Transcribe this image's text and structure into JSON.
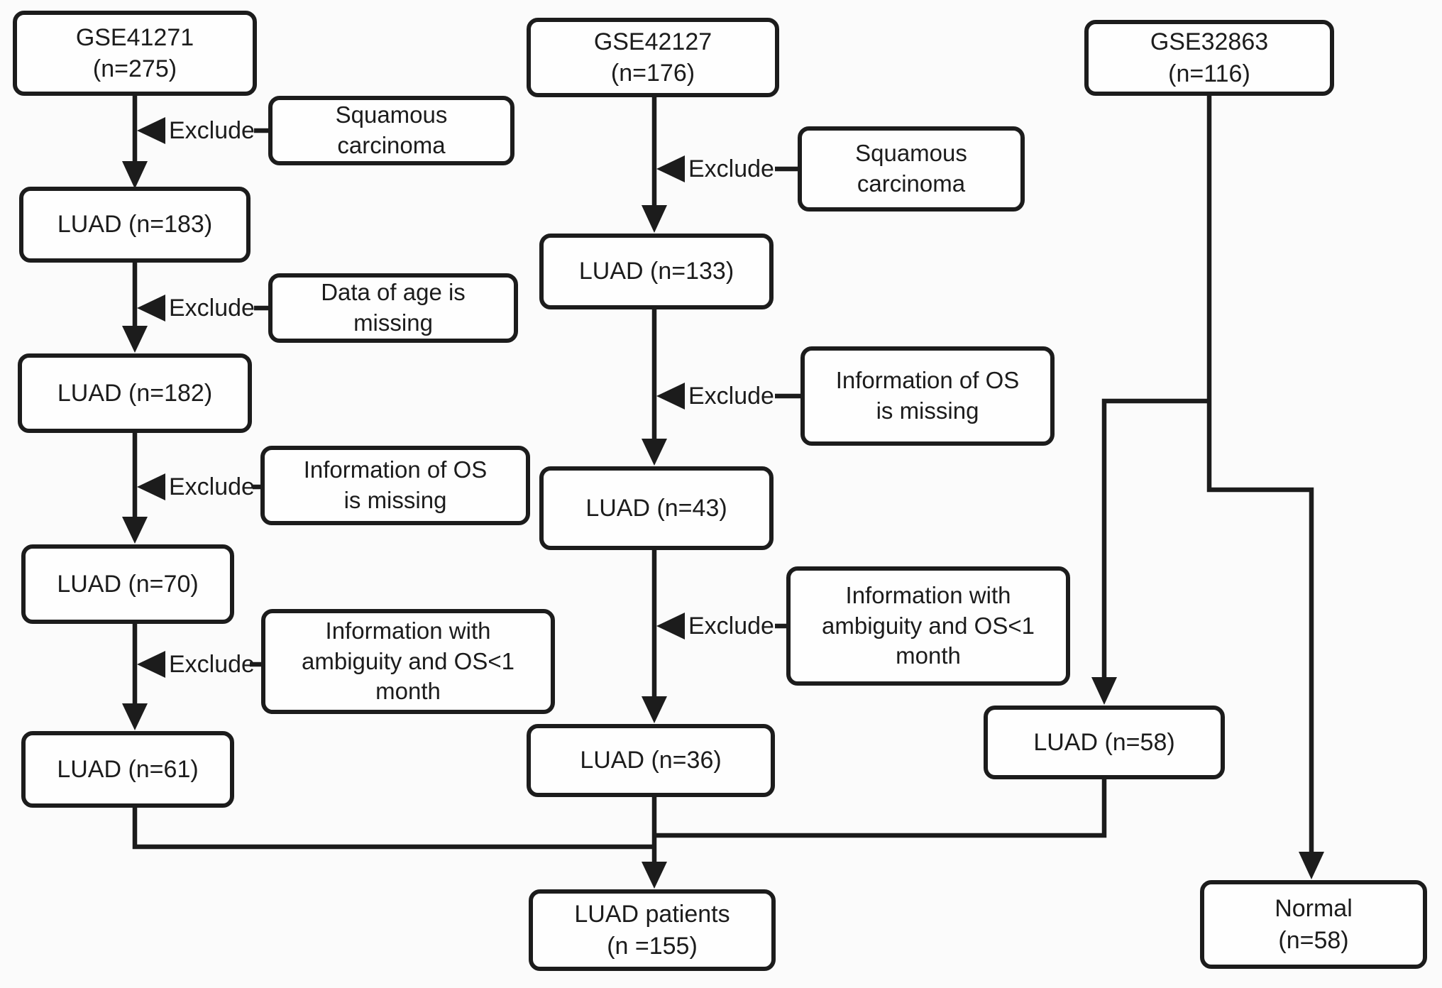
{
  "figure": {
    "background_color": "#fbfbfb",
    "line_color": "#1c1c1c",
    "box_fill": "#fefefe"
  },
  "nodes": {
    "gse41271": "GSE41271\n(n=275)",
    "luad183": "LUAD (n=183)",
    "luad182": "LUAD (n=182)",
    "luad70": "LUAD (n=70)",
    "luad61": "LUAD (n=61)",
    "gse42127": "GSE42127\n(n=176)",
    "luad133": "LUAD (n=133)",
    "luad43": "LUAD (n=43)",
    "luad36": "LUAD (n=36)",
    "luad_patients": "LUAD patients\n(n =155)",
    "gse32863": "GSE32863\n(n=116)",
    "luad58": "LUAD (n=58)",
    "normal": "Normal\n(n=58)"
  },
  "exclusions": {
    "label": "Exclude",
    "reasons": {
      "col1_squamous": "Squamous\ncarcinoma",
      "col1_age": "Data of age is\nmissing",
      "col1_os": "Information of OS\nis missing",
      "col1_ambiguity": "Information with\nambiguity and OS<1\nmonth",
      "col2_squamous": "Squamous\ncarcinoma",
      "col2_os": "Information of OS\nis missing",
      "col2_ambiguity": "Information with\nambiguity and OS<1\nmonth"
    }
  }
}
